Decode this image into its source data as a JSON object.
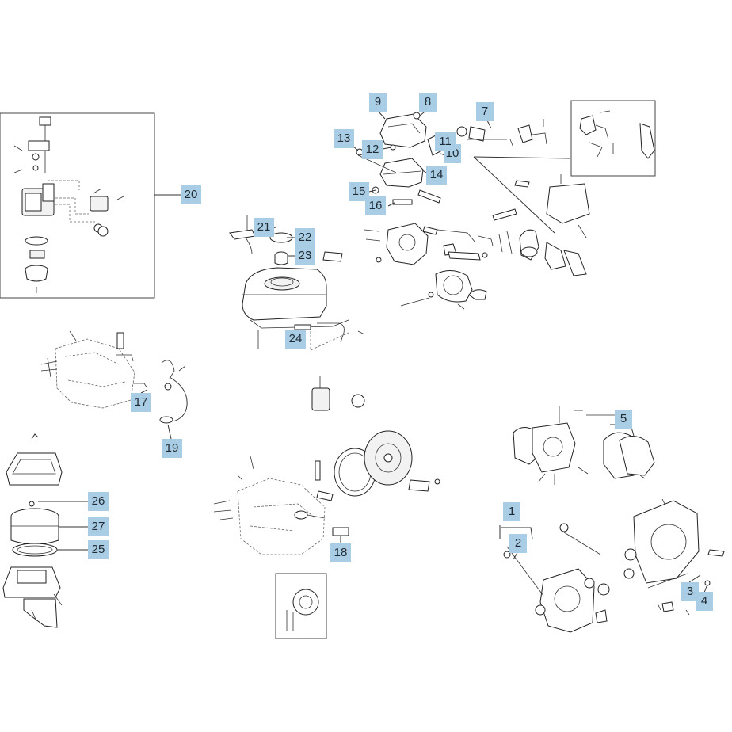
{
  "diagram": {
    "callouts": [
      {
        "id": "c1",
        "label": "1"
      },
      {
        "id": "c2",
        "label": "2"
      },
      {
        "id": "c3",
        "label": "3"
      },
      {
        "id": "c4",
        "label": "4"
      },
      {
        "id": "c5",
        "label": "5"
      },
      {
        "id": "c7",
        "label": "7"
      },
      {
        "id": "c8",
        "label": "8"
      },
      {
        "id": "c9",
        "label": "9"
      },
      {
        "id": "c10",
        "label": "10"
      },
      {
        "id": "c11",
        "label": "11"
      },
      {
        "id": "c12",
        "label": "12"
      },
      {
        "id": "c13",
        "label": "13"
      },
      {
        "id": "c14",
        "label": "14"
      },
      {
        "id": "c15",
        "label": "15"
      },
      {
        "id": "c16",
        "label": "16"
      },
      {
        "id": "c17",
        "label": "17"
      },
      {
        "id": "c18",
        "label": "18"
      },
      {
        "id": "c19",
        "label": "19"
      },
      {
        "id": "c20",
        "label": "20"
      },
      {
        "id": "c21",
        "label": "21"
      },
      {
        "id": "c22",
        "label": "22"
      },
      {
        "id": "c23",
        "label": "23"
      },
      {
        "id": "c24",
        "label": "24"
      },
      {
        "id": "c25",
        "label": "25"
      },
      {
        "id": "c26",
        "label": "26"
      },
      {
        "id": "c27",
        "label": "27"
      }
    ]
  }
}
